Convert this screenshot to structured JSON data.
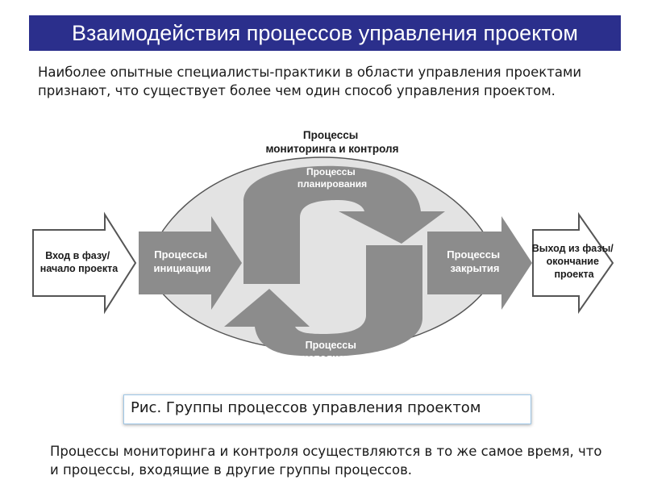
{
  "title": "Взаимодействия процессов управления проектом",
  "intro_text": "Наиболее опытные специалисты-практики в области управления проектами признают, что существует более чем один способ управления проектом.",
  "diagram": {
    "entry": [
      "Вход в фазу/",
      "начало проекта"
    ],
    "initiation": [
      "Процессы",
      "инициации"
    ],
    "monitoring": [
      "Процессы",
      "мониторинга и контроля"
    ],
    "planning": [
      "Процессы",
      "планирования"
    ],
    "execution": [
      "Процессы",
      "исполнения"
    ],
    "closing": [
      "Процессы",
      "закрытия"
    ],
    "exit": [
      "Выход из фазы/",
      "окончание",
      "проекта"
    ],
    "colors": {
      "dark_gray": "#8c8c8c",
      "light_gray": "#e3e3e3",
      "outline": "#555555"
    }
  },
  "caption": "Рис. Группы процессов управления проектом",
  "outro_text": "Процессы мониторинга и контроля осуществляются в то же самое время, что и процессы, входящие в другие группы процессов."
}
